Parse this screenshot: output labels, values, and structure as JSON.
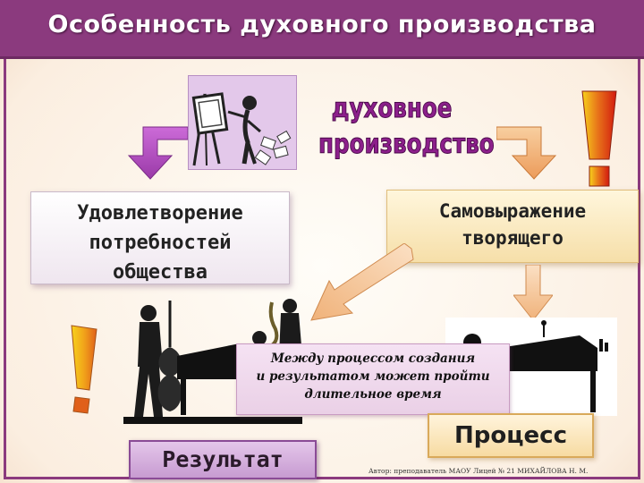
{
  "title": "Особенность духовного производства",
  "center_heading": [
    "духовное",
    "производство"
  ],
  "box_needs": [
    "Удовлетворение",
    "потребностей",
    "общества"
  ],
  "box_self": [
    "Самовыражение",
    "творящего"
  ],
  "between_note": [
    "Между процессом создания",
    "и результатом может пройти",
    "длительное время"
  ],
  "result_label": "Результат",
  "process_label": "Процесс",
  "author_line": "Автор: преподаватель МАОУ Лицей № 21 МИХАЙЛОВА Н. М.",
  "colors": {
    "title_bar": "#8b3a7e",
    "heading": "#8c1f8b",
    "purple_arrow": "#b04fc0",
    "orange_arrow": "#f0b27a",
    "exclaim_red": "#d21a0f",
    "exclaim_yellow": "#f7d21c"
  },
  "icons": [
    "painter-easel-icon",
    "jazz-band-icon",
    "piano-icon",
    "exclamation-icon"
  ]
}
